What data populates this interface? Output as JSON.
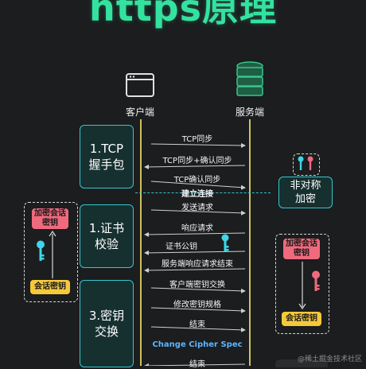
{
  "title": "https原理",
  "roles": {
    "client": "客户端",
    "server": "服务端"
  },
  "steps": [
    {
      "label": "1.TCP\n握手包"
    },
    {
      "label": "1.证书\n校验"
    },
    {
      "label": "3.密钥\n交换"
    }
  ],
  "messages": [
    {
      "text": "TCP同步",
      "direction": "right"
    },
    {
      "text": "TCP同步+确认同步",
      "direction": "left"
    },
    {
      "text": "TCP确认同步",
      "direction": "right"
    },
    {
      "text": "建立连接",
      "direction": "none"
    },
    {
      "text": "发送请求",
      "direction": "right"
    },
    {
      "text": "响应请求",
      "direction": "left"
    },
    {
      "text": "证书公钥",
      "direction": "left"
    },
    {
      "text": "服务端响应请求结束",
      "direction": "left"
    },
    {
      "text": "客户端密钥交换",
      "direction": "right"
    },
    {
      "text": "修改密钥规格",
      "direction": "right"
    },
    {
      "text": "结束",
      "direction": "right"
    },
    {
      "text": "Change Cipher Spec",
      "direction": "none"
    },
    {
      "text": "结束",
      "direction": "left"
    }
  ],
  "left_panel": {
    "top_label": "加密会话\n密钥",
    "bottom_label": "会话密钥"
  },
  "right_panel": {
    "asym_label": "非对称\n加密",
    "top_label": "加密会话\n密钥",
    "bottom_label": "会话密钥"
  },
  "watermark": "@稀土掘金技术社区",
  "colors": {
    "background": "#1b1d1f",
    "title": "#34e2a0",
    "step_border": "#35c7cf",
    "lifeline": "#cfc25a",
    "pill_red": "#f06a7e",
    "pill_yellow": "#f6c93a",
    "key_cyan": "#3fd6e6",
    "key_red": "#f06a7e"
  }
}
